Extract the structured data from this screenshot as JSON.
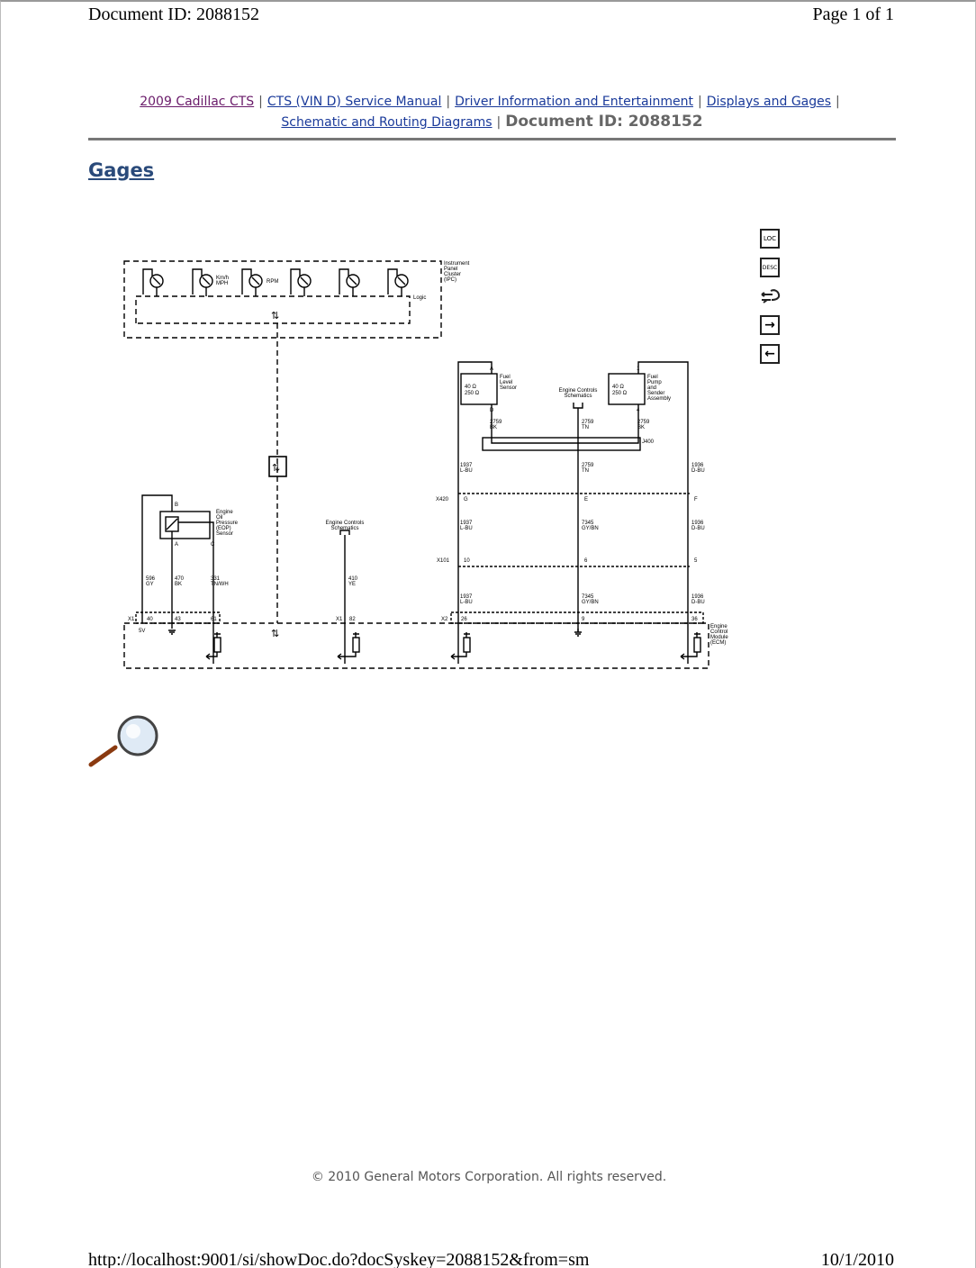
{
  "header": {
    "doc_id": "Document ID: 2088152",
    "page": "Page 1 of 1"
  },
  "breadcrumb": {
    "items": [
      "2009 Cadillac CTS",
      "CTS (VIN D) Service Manual",
      "Driver Information and Entertainment",
      "Displays and Gages",
      "Schematic and Routing Diagrams"
    ],
    "separator": "|",
    "current": "Document ID: 2088152"
  },
  "title": "Gages",
  "side_icons": [
    {
      "icon": "loc-icon",
      "label": "LOC"
    },
    {
      "icon": "desc-icon",
      "label": "DESC"
    },
    {
      "icon": "hand-tool-icon",
      "label": ""
    },
    {
      "icon": "arrow-right-icon",
      "label": "→"
    },
    {
      "icon": "arrow-left-icon",
      "label": "←"
    }
  ],
  "diagram": {
    "ipc": {
      "label": [
        "Instrument",
        "Panel",
        "Cluster",
        "(IPC)"
      ],
      "logic": "Logic",
      "speed": [
        "Km/h",
        "MPH"
      ],
      "rpm": "RPM"
    },
    "fuel_level": {
      "label": [
        "Fuel",
        "Level",
        "Sensor"
      ],
      "pin_top": "A",
      "pin_bot": "D",
      "ohm1": "40 Ω",
      "ohm2": "250 Ω"
    },
    "fuel_pump": {
      "label": [
        "Fuel",
        "Pump",
        "and",
        "Sender",
        "Assembly"
      ],
      "pin_top": "1",
      "pin_bot": "4",
      "ohm1": "40 Ω",
      "ohm2": "250 Ω"
    },
    "engine_controls": [
      "Engine Controls",
      "Schematics"
    ],
    "splice": "J400",
    "eop": {
      "label": [
        "Engine",
        "Oil",
        "Pressure",
        "(EOP)",
        "Sensor"
      ],
      "pin_b": "B",
      "pin_a": "A",
      "pin_c": "C"
    },
    "ecm": {
      "label": [
        "Engine",
        "Control",
        "Module",
        "(ECM)"
      ],
      "v5": "5V"
    },
    "connectors": {
      "x420": "X420",
      "x101": "X101",
      "x1": "X1",
      "x1b": "X1",
      "x2": "X2"
    },
    "pins": {
      "g": "G",
      "e": "E",
      "f": "F",
      "p10": "10",
      "p6": "6",
      "p5": "5",
      "p40": "40",
      "p43": "43",
      "p61": "61",
      "p82": "82",
      "p26": "26",
      "p9": "9",
      "p36": "36"
    },
    "wires": {
      "w2759bk_l": [
        "2759",
        "BK"
      ],
      "w2759tn_t": [
        "2759",
        "TN"
      ],
      "w2759bk_r": [
        "2759",
        "BK"
      ],
      "w1937a": [
        "1937",
        "L-BU"
      ],
      "w2759tn": [
        "2759",
        "TN"
      ],
      "w1936a": [
        "1936",
        "D-BU"
      ],
      "w1937b": [
        "1937",
        "L-BU"
      ],
      "w7345b": [
        "7345",
        "GY/BN"
      ],
      "w1936b": [
        "1936",
        "D-BU"
      ],
      "w1937c": [
        "1937",
        "L-BU"
      ],
      "w7345c": [
        "7345",
        "GY/BN"
      ],
      "w1936c": [
        "1936",
        "D-BU"
      ],
      "w596": [
        "596",
        "GY"
      ],
      "w470": [
        "470",
        "BK"
      ],
      "w331": [
        "331",
        "TN/WH"
      ],
      "w410": [
        "410",
        "YE"
      ]
    }
  },
  "footer": {
    "copyright": "© 2010 General Motors Corporation.  All rights reserved.",
    "url": "http://localhost:9001/si/showDoc.do?docSyskey=2088152&from=sm",
    "date": "10/1/2010"
  }
}
